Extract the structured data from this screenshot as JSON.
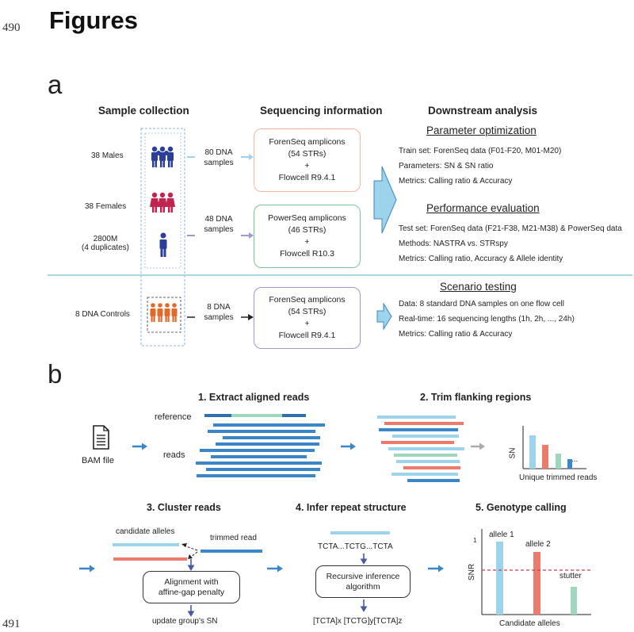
{
  "line_numbers": {
    "top": "490",
    "bottom": "491"
  },
  "heading": "Figures",
  "panel_a": {
    "label": "a",
    "columns": {
      "sample": "Sample collection",
      "sequencing": "Sequencing information",
      "downstream": "Downstream analysis"
    },
    "groups": {
      "males": "38 Males",
      "females": "38 Females",
      "ref_line1": "2800M",
      "ref_line2": "(4 duplicates)",
      "controls": "8 DNA Controls"
    },
    "sample_counts": {
      "first_num": "80 DNA",
      "first_word": "samples",
      "second_num": "48 DNA",
      "second_word": "samples",
      "third_num": "8 DNA",
      "third_word": "samples"
    },
    "boxes": {
      "forenseq_1": [
        "ForenSeq amplicons",
        "(54 STRs)",
        "+",
        "Flowcell R9.4.1"
      ],
      "powerseq": [
        "PowerSeq amplicons",
        "(46 STRs)",
        "+",
        "Flowcell R10.3"
      ],
      "forenseq_2": [
        "ForenSeq amplicons",
        "(54 STRs)",
        "+",
        "Flowcell R9.4.1"
      ]
    },
    "param": {
      "title": "Parameter optimization",
      "lines": [
        "Train set: ForenSeq data (F01-F20, M01-M20)",
        "Parameters: SN & SN ratio",
        "Metrics: Calling ratio & Accuracy"
      ]
    },
    "perf": {
      "title": "Performance evaluation",
      "lines": [
        "Test set: ForenSeq data (F21-F38, M21-M38) & PowerSeq data",
        "Methods: NASTRA vs. STRspy",
        "Metrics: Calling ratio, Accuracy & Allele identity"
      ]
    },
    "scenario": {
      "title": "Scenario testing",
      "lines": [
        "Data: 8 standard DNA samples on one flow cell",
        "Real-time: 16 sequencing lengths (1h, 2h, ..., 24h)",
        "Metrics: Calling ratio & Accuracy"
      ]
    }
  },
  "panel_b": {
    "label": "b",
    "steps": {
      "s1": "1. Extract aligned reads",
      "s2": "2. Trim flanking regions",
      "s3": "3. Cluster reads",
      "s4": "4. Infer repeat structure",
      "s5": "5. Genotype calling"
    },
    "bam": "BAM file",
    "reference": "reference",
    "reads": "reads",
    "sn_axis": "SN",
    "ellipsis": "...",
    "unique_reads": "Unique trimmed reads",
    "candidate_alleles": "candidate alleles",
    "trimmed_read": "trimmed read",
    "align_box": [
      "Alignment with",
      "affine-gap penalty"
    ],
    "update_sn": "update group's SN",
    "motif": "TCTA...TCTG...TCTA",
    "recursive_box": [
      "Recursive inference",
      "algorithm"
    ],
    "repeat_formula": "[TCTA]x [TCTG]y[TCTA]z",
    "snr_axis": "SNR",
    "tick_one": "1",
    "allele1": "allele 1",
    "allele2": "allele 2",
    "stutter": "stutter",
    "candidate_axis": "Candidate alleles"
  },
  "colors": {
    "male": "#2a3f9a",
    "female": "#c0254f",
    "reference_person": "#2a3f9a",
    "control": "#e06a2a",
    "read_blue": "#3a86c8",
    "light_blue": "#9dd4ec",
    "salmon": "#ec7b6c",
    "mint": "#9ed6be",
    "box_peach": "#f2b8a0",
    "box_green": "#7ec49a",
    "box_purple": "#9c9ad0",
    "divider": "#8ec6e0"
  }
}
